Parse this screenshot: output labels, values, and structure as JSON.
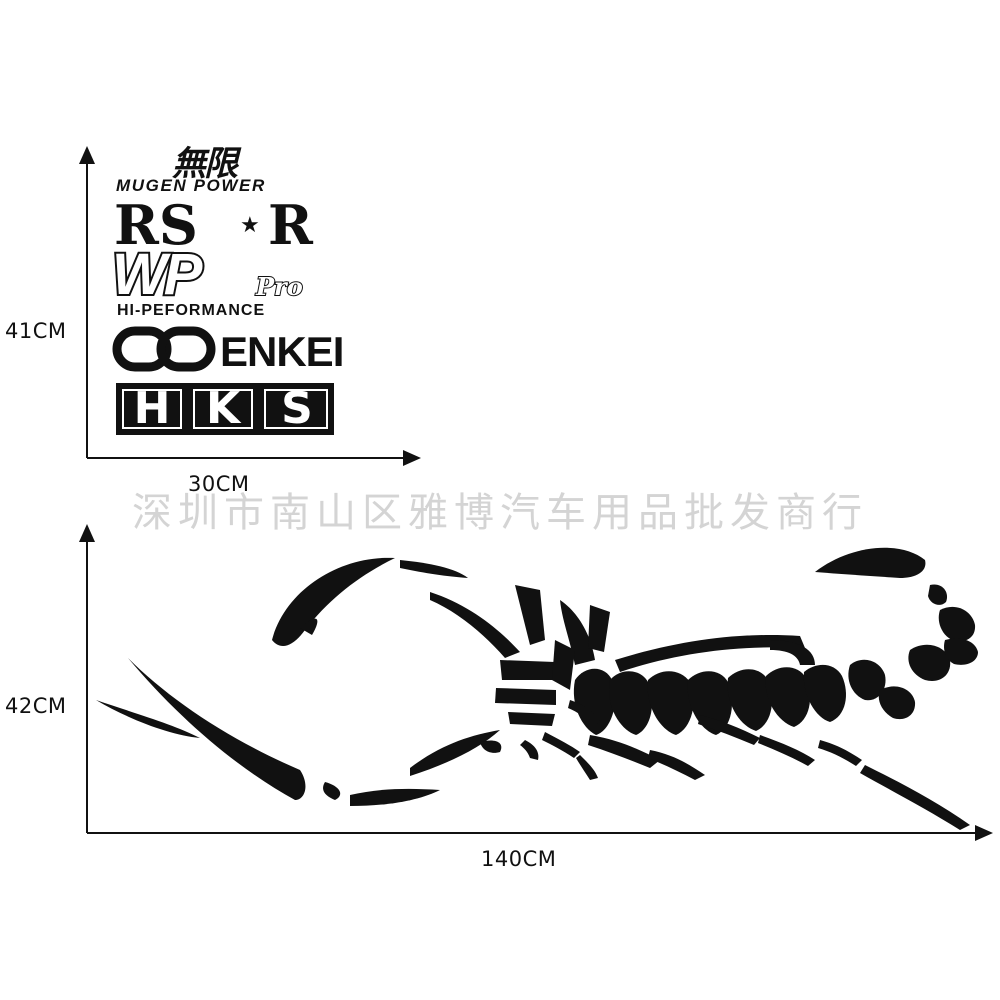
{
  "sticker_set_1": {
    "height_label": "41CM",
    "width_label": "30CM",
    "logos": {
      "mugen_kanji": "無限",
      "mugen_power": "MUGEN POWER",
      "rsr_left": "RS",
      "rsr_star": "★",
      "rsr_right": "R",
      "wp": "WP",
      "wp_pro": "Pro",
      "hi_performance": "HI-PEFORMANCE",
      "enkei": "ENKEI",
      "hks": [
        "H",
        "K",
        "S"
      ]
    }
  },
  "sticker_set_2": {
    "height_label": "42CM",
    "width_label": "140CM",
    "graphic": "scorpion"
  },
  "watermark": "深圳市南山区雅博汽车用品批发商行",
  "colors": {
    "ink": "#111111",
    "watermark": "#d4d4d4",
    "background": "#ffffff"
  }
}
